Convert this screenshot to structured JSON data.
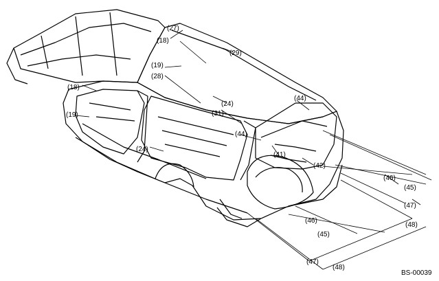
{
  "diagram": {
    "figure_code": "BS-00039",
    "callouts": {
      "c27": "(27)",
      "c18_top": "(18)",
      "c29": "(29)",
      "c19_top": "(19)",
      "c28": "(28)",
      "c18_left": "(18)",
      "c19_left": "(19)",
      "c24_roof": "(24)",
      "c31": "(31)",
      "c44_top": "(44)",
      "c44_mid": "(44)",
      "c24_floor": "(24)",
      "c41": "(41)",
      "c42": "(42)",
      "c46_right": "(46)",
      "c45_right": "(45)",
      "c47_right": "(47)",
      "c48_right": "(48)",
      "c46_bottom": "(46)",
      "c45_bottom": "(45)",
      "c47_bottom": "(47)",
      "c48_bottom": "(48)"
    }
  }
}
